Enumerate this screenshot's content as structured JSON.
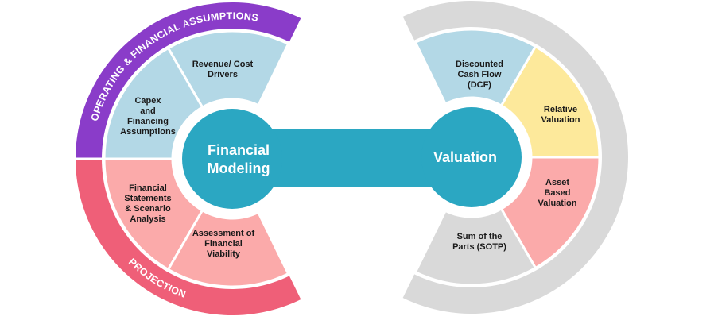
{
  "colors": {
    "teal": "#2ba7c2",
    "purple": "#8a3cc9",
    "pink_band": "#ef5f78",
    "light_blue": "#b3d8e6",
    "light_pink": "#fbaaaa",
    "yellow": "#fde99b",
    "gray": "#d9d9d9"
  },
  "left": {
    "hub_lines": [
      "Financial",
      "Modeling"
    ],
    "band_top": "OPERATING & FINANCIAL ASSUMPTIONS",
    "band_bottom": "PROJECTION",
    "segments": [
      {
        "lines": [
          "Revenue/ Cost",
          "Drivers"
        ]
      },
      {
        "lines": [
          "Capex",
          "and",
          "Financing",
          "Assumptions"
        ]
      },
      {
        "lines": [
          "Financial",
          "Statements",
          "& Scenario",
          "Analysis"
        ]
      },
      {
        "lines": [
          "Assessment of",
          "Financial",
          "Viability"
        ]
      }
    ]
  },
  "right": {
    "hub_label": "Valuation",
    "segments": [
      {
        "lines": [
          "Discounted",
          "Cash Flow",
          "(DCF)"
        ]
      },
      {
        "lines": [
          "Relative",
          "Valuation"
        ]
      },
      {
        "lines": [
          "Asset",
          "Based",
          "Valuation"
        ]
      },
      {
        "lines": [
          "Sum of the",
          "Parts (SOTP)"
        ]
      }
    ]
  }
}
